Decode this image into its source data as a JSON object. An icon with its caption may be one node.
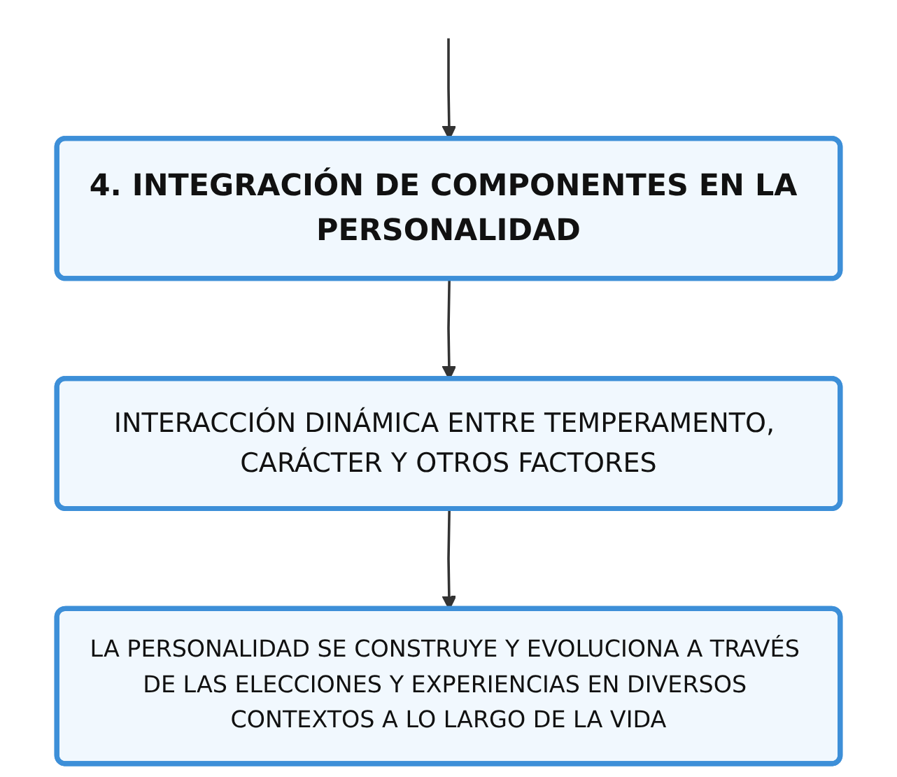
{
  "diagram": {
    "nodes": [
      {
        "text": [
          "4. INTEGRACIÓN DE COMPONENTES EN LA PERSONALIDAD"
        ]
      },
      {
        "text": [
          "INTERACCIÓN DINÁMICA ENTRE TEMPERAMENTO, CARÁCTER Y OTROS FACTORES"
        ]
      },
      {
        "text": [
          "LA PERSONALIDAD SE CONSTRUYE Y EVOLUCIONA A TRAVÉS DE LAS ELECCIONES Y EXPERIENCIAS EN DIVERSOS CONTEXTOS A LO LARGO DE LA VIDA"
        ]
      }
    ],
    "edges": [
      {
        "from": null,
        "to": 0,
        "arrow": "to"
      },
      {
        "from": 0,
        "to": 1,
        "arrow": "to"
      },
      {
        "from": 1,
        "to": 2,
        "arrow": "to"
      }
    ]
  }
}
